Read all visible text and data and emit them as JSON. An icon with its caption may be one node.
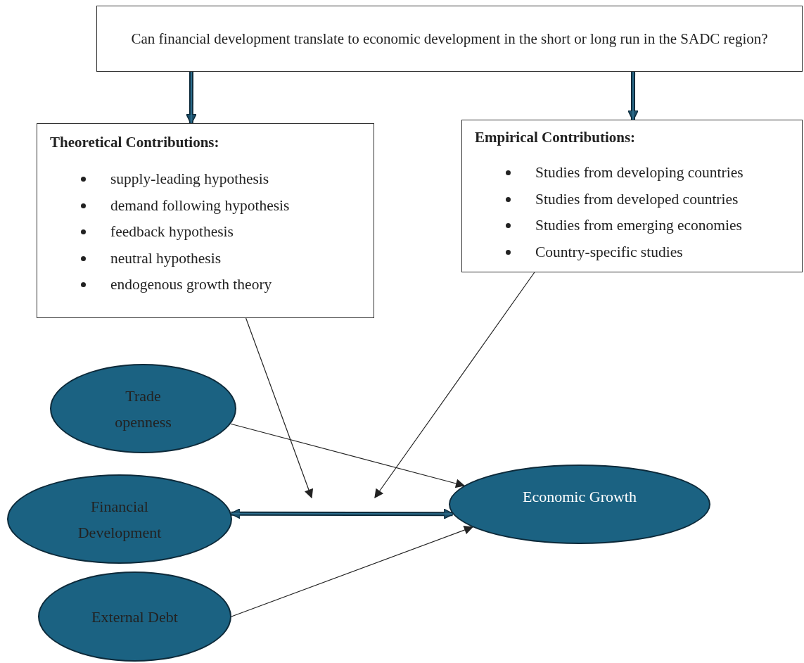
{
  "diagram": {
    "nodes": [
      {
        "text": [
          "Can financial development translate to economic development in the short or long run in the SADC region?"
        ]
      },
      {
        "text": [
          "Theoretical Contributions:",
          "supply-leading hypothesis",
          "demand following hypothesis",
          "feedback hypothesis",
          "neutral hypothesis",
          "endogenous growth theory"
        ]
      },
      {
        "text": [
          "Empirical Contributions:",
          "Studies from developing countries",
          "Studies from developed countries",
          "Studies from emerging economies",
          "Country-specific studies"
        ]
      },
      {
        "text": [
          "Trade openness"
        ]
      },
      {
        "text": [
          "Financial Development"
        ]
      },
      {
        "text": [
          "Economic Growth"
        ]
      },
      {
        "text": [
          "External Debt"
        ]
      }
    ],
    "edges": [
      {
        "from": 0,
        "to": 1,
        "arrow": "to",
        "style": "thick"
      },
      {
        "from": 0,
        "to": 2,
        "arrow": "to",
        "style": "thick"
      },
      {
        "from": 1,
        "to": null,
        "arrow": "to"
      },
      {
        "from": 2,
        "to": null,
        "arrow": "to"
      },
      {
        "from": 3,
        "to": 5,
        "arrow": "to"
      },
      {
        "from": 4,
        "to": 5,
        "arrow": "both",
        "style": "thick"
      },
      {
        "from": 6,
        "to": 5,
        "arrow": "to"
      }
    ]
  }
}
